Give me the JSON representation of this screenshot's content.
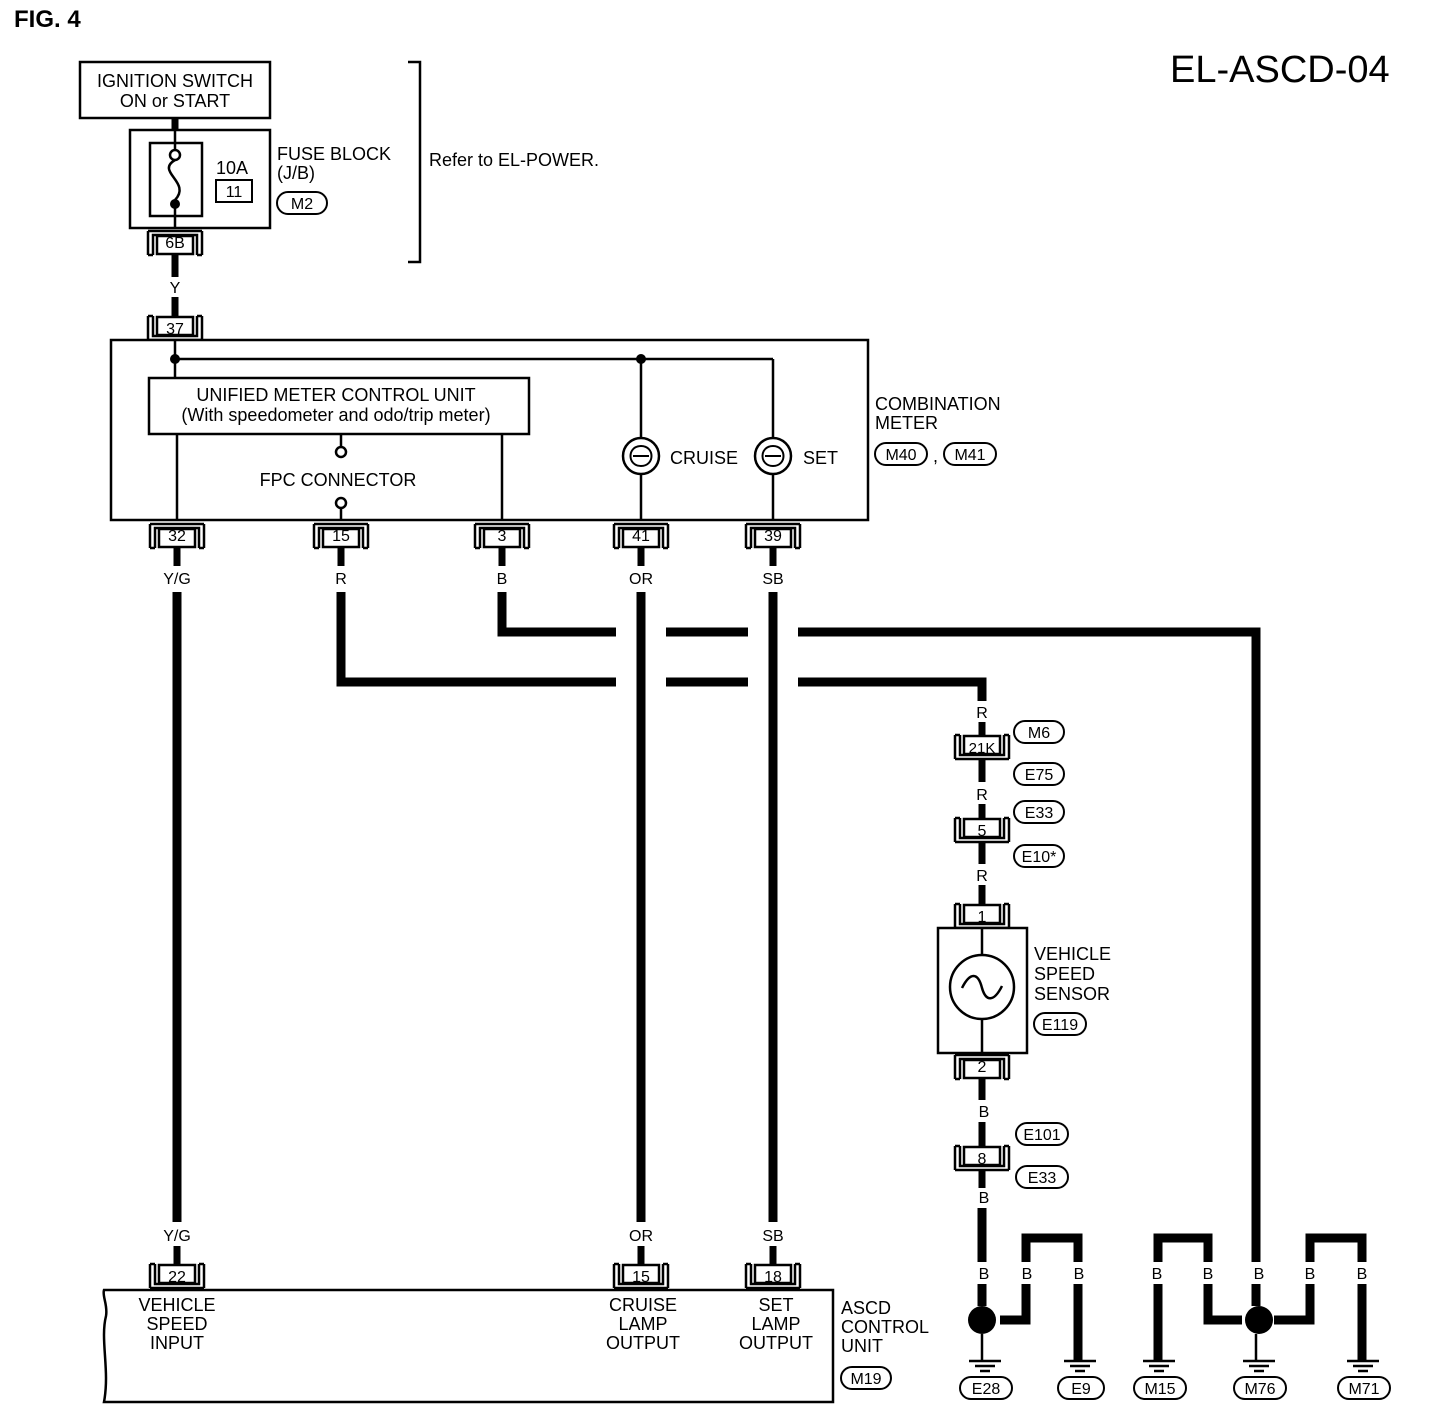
{
  "fig_label": "FIG. 4",
  "page_code": "EL-ASCD-04",
  "ignition": {
    "line1": "IGNITION SWITCH",
    "line2": "ON or START"
  },
  "fuse_block": {
    "line1": "FUSE BLOCK",
    "line2": "(J/B)",
    "rating": "10A",
    "fuse_no": "11",
    "connector": "M2",
    "out_term": "6B"
  },
  "refer_note": "Refer to EL-POWER.",
  "wire_y": "Y",
  "combination_meter": {
    "line1": "COMBINATION",
    "line2": "METER",
    "connectors": [
      "M40",
      "M41"
    ],
    "sep": ",",
    "in_term": "37",
    "unit_line1": "UNIFIED METER CONTROL UNIT",
    "unit_line2": "(With speedometer and odo/trip meter)",
    "fpc": "FPC CONNECTOR",
    "cruise": "CRUISE",
    "set": "SET",
    "terminals": [
      "32",
      "15",
      "3",
      "41",
      "39"
    ],
    "wires": [
      "Y/G",
      "R",
      "B",
      "OR",
      "SB"
    ]
  },
  "speed_path": {
    "wire_r": "R",
    "term_21k": "21K",
    "conn_m6": "M6",
    "conn_e75": "E75",
    "conn_e33a": "E33",
    "term_5": "5",
    "conn_e10": "E10*",
    "term_1": "1",
    "term_2": "2",
    "sensor_line1": "VEHICLE",
    "sensor_line2": "SPEED",
    "sensor_line3": "SENSOR",
    "sensor_conn": "E119",
    "wire_b": "B",
    "conn_e101": "E101",
    "term_8": "8",
    "conn_e33b": "E33"
  },
  "ascd": {
    "line1": "ASCD",
    "line2": "CONTROL",
    "line3": "UNIT",
    "connector": "M19",
    "terminals": [
      "22",
      "15",
      "18"
    ],
    "wires": [
      "Y/G",
      "OR",
      "SB"
    ],
    "vs": [
      "VEHICLE",
      "SPEED",
      "INPUT"
    ],
    "cl": [
      "CRUISE",
      "LAMP",
      "OUTPUT"
    ],
    "sl": [
      "SET",
      "LAMP",
      "OUTPUT"
    ]
  },
  "grounds": {
    "wire": "B",
    "names": [
      "E28",
      "E9",
      "M15",
      "M76",
      "M71"
    ]
  }
}
